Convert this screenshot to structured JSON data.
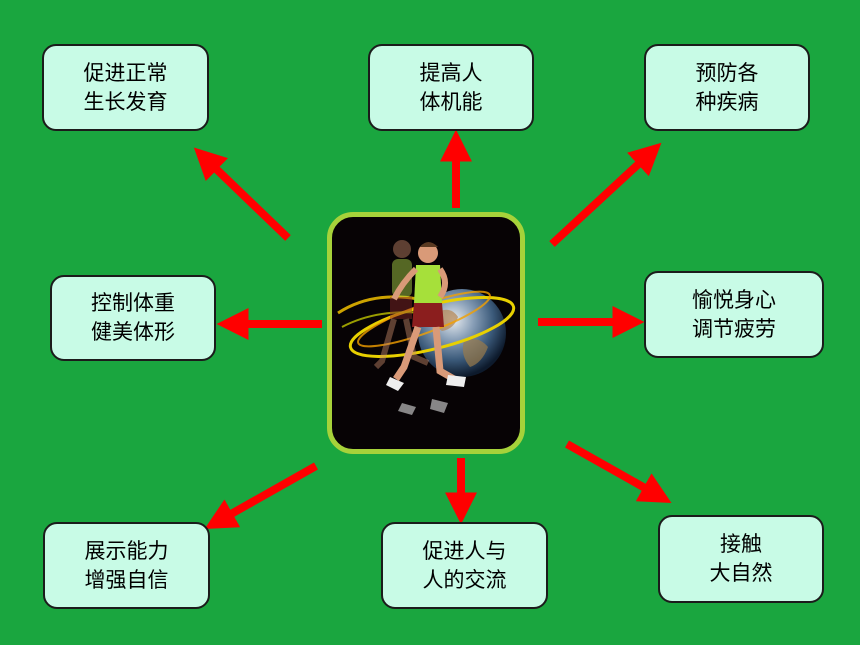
{
  "colors": {
    "background": "#1aa63f",
    "box_fill": "#c8fbe6",
    "arrow": "#ff0000",
    "frame": "#a6d23a"
  },
  "center": {
    "icon": "runner-earth-image"
  },
  "nodes": [
    {
      "id": "normal-growth",
      "line1": "促进正常",
      "line2": "生长发育"
    },
    {
      "id": "body-function",
      "line1": "提高人",
      "line2": "体机能"
    },
    {
      "id": "prevent-disease",
      "line1": "预防各",
      "line2": "种疾病"
    },
    {
      "id": "weight-control",
      "line1": "控制体重",
      "line2": "健美体形"
    },
    {
      "id": "relax-fatigue",
      "line1": "愉悦身心",
      "line2": "调节疲劳"
    },
    {
      "id": "show-ability",
      "line1": "展示能力",
      "line2": "增强自信"
    },
    {
      "id": "communication",
      "line1": "促进人与",
      "line2": "人的交流"
    },
    {
      "id": "nature",
      "line1": "接触",
      "line2": "大自然"
    }
  ]
}
